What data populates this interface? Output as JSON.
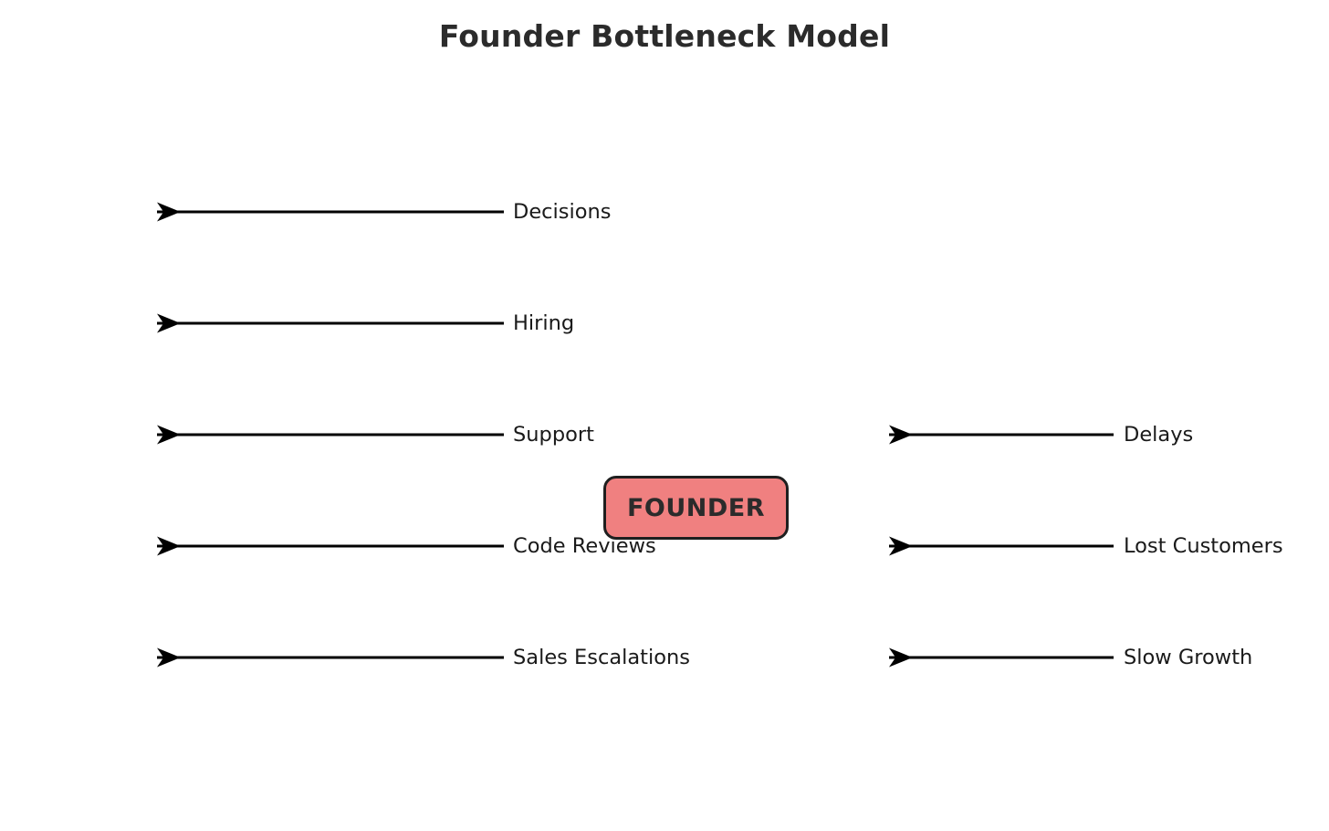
{
  "title": "Founder Bottleneck Model",
  "center_node": {
    "label": "FOUNDER",
    "fill_color": "#F08080",
    "border_color": "#1F1F1F",
    "text_color": "#2B2B2B"
  },
  "arrow_color": "#000000",
  "background_color": "#FFFFFF",
  "title_color": "#2B2B2B",
  "inbound_flows": {
    "column": "left",
    "items": [
      {
        "label": "Decisions"
      },
      {
        "label": "Hiring"
      },
      {
        "label": "Support"
      },
      {
        "label": "Code Reviews"
      },
      {
        "label": "Sales Escalations"
      }
    ]
  },
  "outbound_flows": {
    "column": "right",
    "items": [
      {
        "label": "Delays"
      },
      {
        "label": "Lost Customers"
      },
      {
        "label": "Slow Growth"
      }
    ]
  },
  "chart_data": {
    "type": "diagram",
    "title": "Founder Bottleneck Model",
    "center": "FOUNDER",
    "left_arrows": [
      "Decisions",
      "Hiring",
      "Support",
      "Code Reviews",
      "Sales Escalations"
    ],
    "right_arrows": [
      "Delays",
      "Lost Customers",
      "Slow Growth"
    ],
    "arrow_direction": "leftward",
    "left_rows_y": [
      232,
      354,
      476,
      598,
      720
    ],
    "right_rows_y": [
      476,
      598,
      720
    ],
    "left_line_x": [
      168,
      552
    ],
    "right_line_x": [
      970,
      1220
    ]
  }
}
